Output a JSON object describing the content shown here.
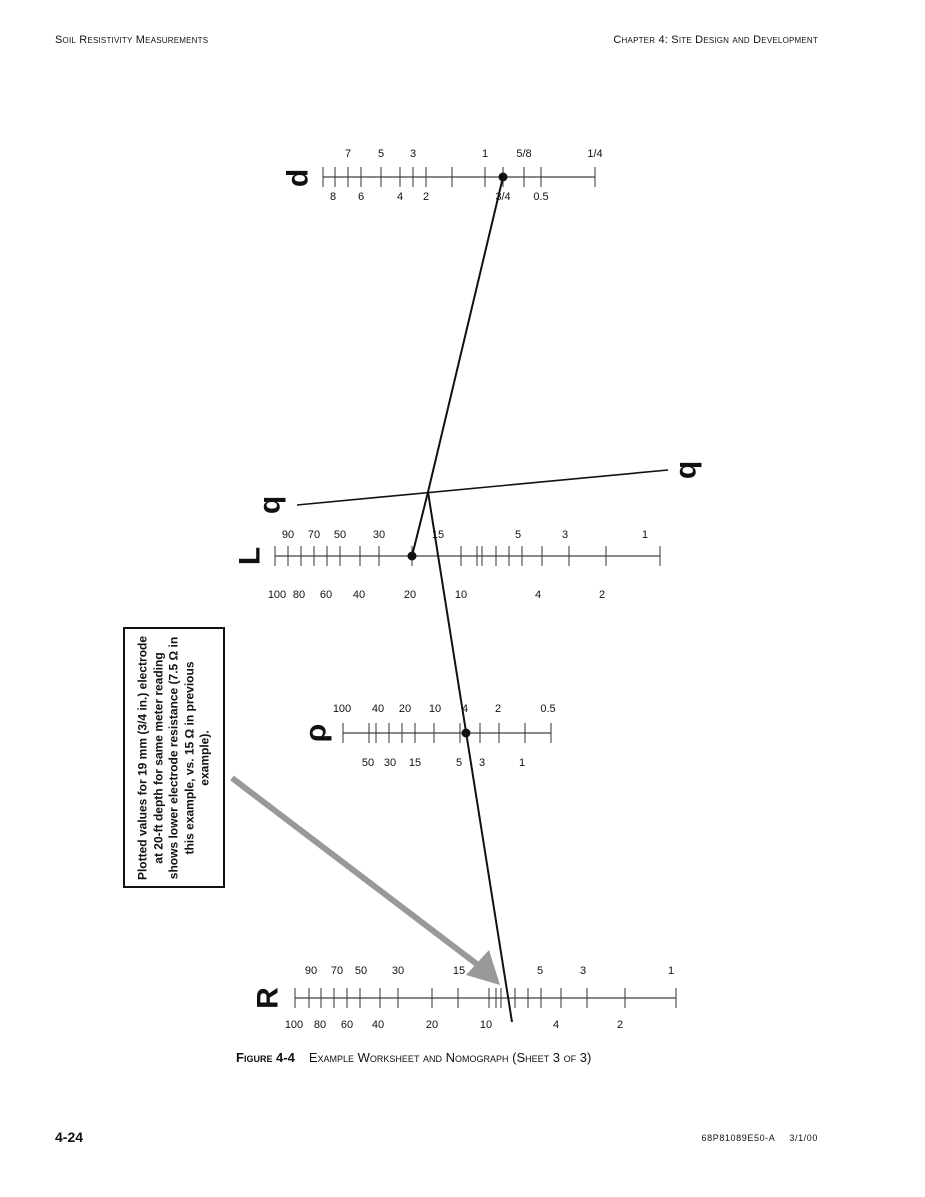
{
  "header": {
    "left": "Soil Resistivity Measurements",
    "right": "Chapter 4: Site Design and Development"
  },
  "nomograph": {
    "d": {
      "letter": "d",
      "top": [
        "7",
        "5",
        "3",
        "1",
        "5/8",
        "1/4"
      ],
      "bottom": [
        "8",
        "6",
        "4",
        "2",
        "3/4",
        "0.5"
      ]
    },
    "L": {
      "letter": "L",
      "top": [
        "90",
        "70",
        "50",
        "30",
        "15",
        "5",
        "3",
        "1"
      ],
      "bottom": [
        "100",
        "80",
        "60",
        "40",
        "20",
        "10",
        "4",
        "2"
      ]
    },
    "q": {
      "letter_left": "q",
      "letter_right": "q"
    },
    "rho": {
      "letter": "ρ",
      "top": [
        "100",
        "40",
        "20",
        "10",
        "4",
        "2",
        "0.5"
      ],
      "bottom": [
        "50",
        "30",
        "15",
        "5",
        "3",
        "1"
      ]
    },
    "R": {
      "letter": "R",
      "top": [
        "90",
        "70",
        "50",
        "30",
        "15",
        "5",
        "3",
        "1"
      ],
      "bottom": [
        "100",
        "80",
        "60",
        "40",
        "20",
        "10",
        "4",
        "2"
      ]
    },
    "colors": {
      "line": "#111111",
      "arrow": "#999999"
    }
  },
  "callout": "Plotted values for 19 mm (3/4 in.) electrode at 20-ft depth for same meter reading shows lower electrode resistance (7.5 Ω in this example, vs. 15 Ω in previous example).",
  "caption": {
    "number": "Figure 4-4",
    "title": "Example Worksheet and Nomograph (Sheet 3 of 3)"
  },
  "footer": {
    "page": "4-24",
    "doc_id": "68P81089E50-A",
    "date": "3/1/00"
  }
}
